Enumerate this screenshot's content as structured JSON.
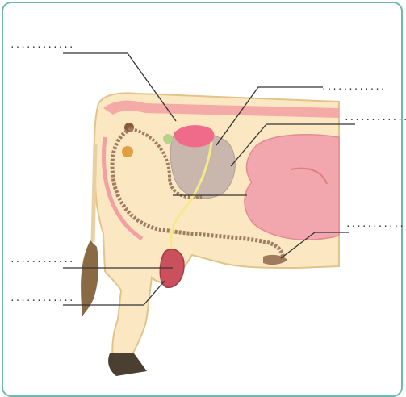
{
  "labels": [
    {
      "id": "spinal-cord",
      "text": "............"
    },
    {
      "id": "kidney",
      "text": "............"
    },
    {
      "id": "rumen",
      "text": "............"
    },
    {
      "id": "teat",
      "text": "............"
    },
    {
      "id": "udder",
      "text": "............"
    },
    {
      "id": "bladder",
      "text": "............"
    },
    {
      "id": "uterus",
      "text": "............"
    }
  ],
  "colors": {
    "border": "#6fb8ad",
    "body": "#fbe8c3",
    "outline": "#c9a26a",
    "stomach": "#f1a7ad",
    "kidney": "#c9b6ad",
    "leader": "#333333"
  }
}
